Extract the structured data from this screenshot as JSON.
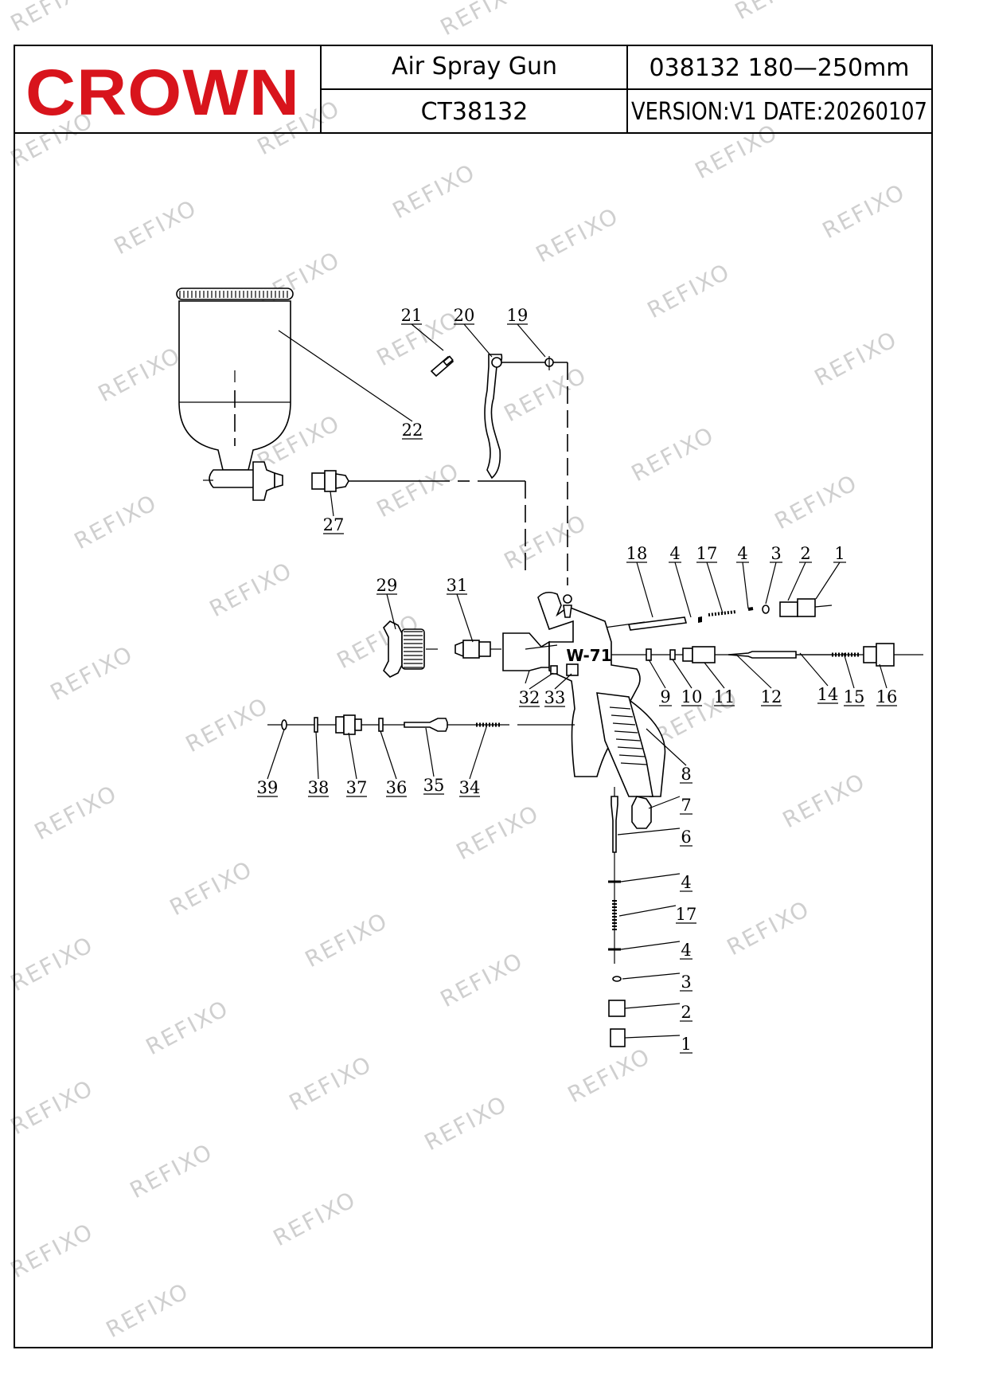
{
  "header": {
    "brand": "CROWN",
    "title": "Air  Spray  Gun",
    "model": "CT38132",
    "spec": "038132  180—250mm",
    "version": "VERSION:V1  DATE:20260107"
  },
  "diagram": {
    "gun_marking": "W-71",
    "callouts": [
      "21",
      "20",
      "19",
      "22",
      "27",
      "18",
      "4",
      "17",
      "4",
      "3",
      "2",
      "1",
      "29",
      "31",
      "9",
      "10",
      "11",
      "12",
      "14",
      "15",
      "16",
      "32",
      "33",
      "39",
      "38",
      "37",
      "36",
      "35",
      "34",
      "8",
      "7",
      "6",
      "4",
      "17",
      "4",
      "3",
      "2",
      "1"
    ]
  },
  "watermark": {
    "text": "REFIXO"
  }
}
